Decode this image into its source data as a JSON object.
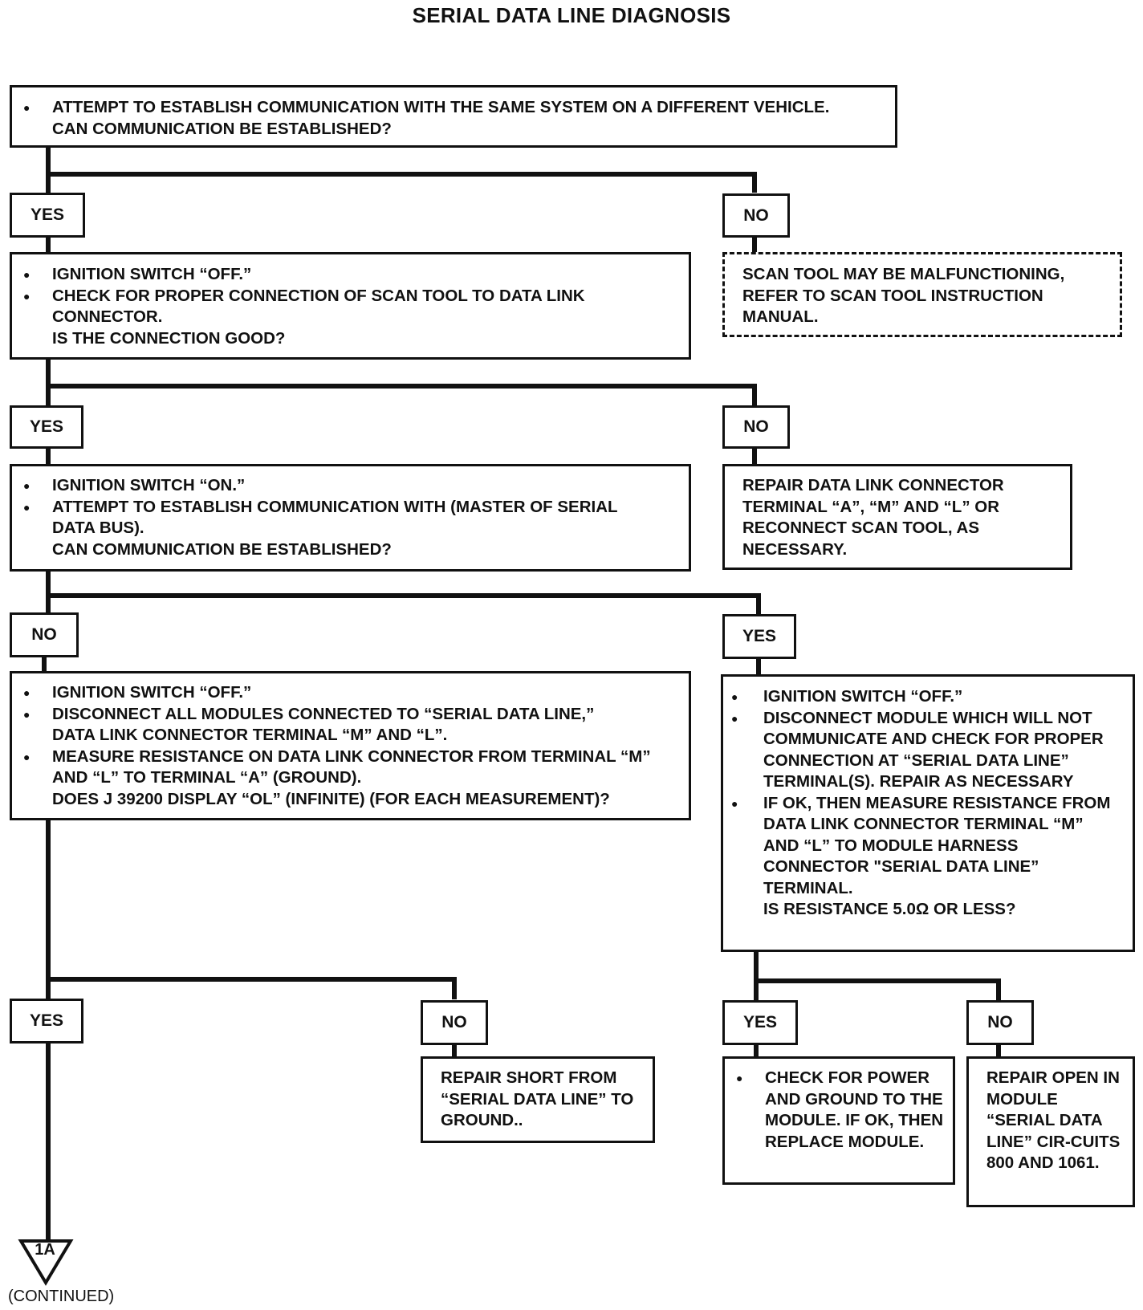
{
  "title": "SERIAL DATA LINE DIAGNOSIS",
  "boxes": {
    "b1": {
      "items": [
        "ATTEMPT TO ESTABLISH COMMUNICATION WITH THE SAME SYSTEM ON A DIFFERENT VEHICLE."
      ],
      "question": "CAN COMMUNICATION BE ESTABLISHED?"
    },
    "b2": {
      "items": [
        "IGNITION SWITCH “OFF.”",
        "CHECK FOR PROPER CONNECTION OF SCAN TOOL TO DATA LINK CONNECTOR."
      ],
      "question": "IS THE CONNECTION GOOD?"
    },
    "b3": {
      "text": "SCAN TOOL MAY BE MALFUNCTIONING, REFER TO SCAN TOOL INSTRUCTION MANUAL."
    },
    "b4": {
      "items": [
        "IGNITION SWITCH “ON.”",
        "ATTEMPT TO ESTABLISH COMMUNICATION WITH (MASTER OF SERIAL DATA BUS)."
      ],
      "question": "CAN COMMUNICATION BE ESTABLISHED?"
    },
    "b5": {
      "text": "REPAIR DATA LINK CONNECTOR TERMINAL “A”, “M” AND “L” OR RECONNECT SCAN TOOL, AS NECESSARY."
    },
    "b6": {
      "items": [
        "IGNITION SWITCH “OFF.”",
        "DISCONNECT ALL MODULES CONNECTED TO “SERIAL DATA LINE,” DATA LINK CONNECTOR TERMINAL “M” AND “L”.",
        "MEASURE RESISTANCE ON DATA LINK CONNECTOR FROM TERMINAL “M” AND “L” TO TERMINAL “A” (GROUND)."
      ],
      "question": "DOES J 39200 DISPLAY “OL” (INFINITE) (FOR EACH MEASUREMENT)?"
    },
    "b7": {
      "items": [
        "IGNITION SWITCH “OFF.”",
        "DISCONNECT MODULE WHICH WILL NOT COMMUNICATE AND CHECK FOR PROPER CONNECTION AT “SERIAL DATA LINE” TERMINAL(S). REPAIR AS NECESSARY",
        "IF OK, THEN MEASURE RESISTANCE FROM DATA LINK CONNECTOR TERMINAL “M” AND “L” TO MODULE HARNESS CONNECTOR \"SERIAL DATA LINE” TERMINAL."
      ],
      "question": "IS RESISTANCE 5.0Ω OR LESS?"
    },
    "b8": {
      "text": "REPAIR SHORT FROM “SERIAL DATA LINE” TO GROUND.."
    },
    "b9": {
      "items": [
        "CHECK FOR POWER AND GROUND TO THE MODULE. IF OK, THEN REPLACE MODULE."
      ]
    },
    "b10": {
      "text": "REPAIR OPEN IN MODULE “SERIAL DATA LINE” CIR-CUITS 800 AND 1061."
    }
  },
  "labels": {
    "yes1": "YES",
    "no1": "NO",
    "yes2": "YES",
    "no2": "NO",
    "no3": "NO",
    "yes3": "YES",
    "yes4": "YES",
    "no4": "NO",
    "yes5": "YES",
    "no5": "NO"
  },
  "connector": "1A",
  "continued": "(CONTINUED)"
}
